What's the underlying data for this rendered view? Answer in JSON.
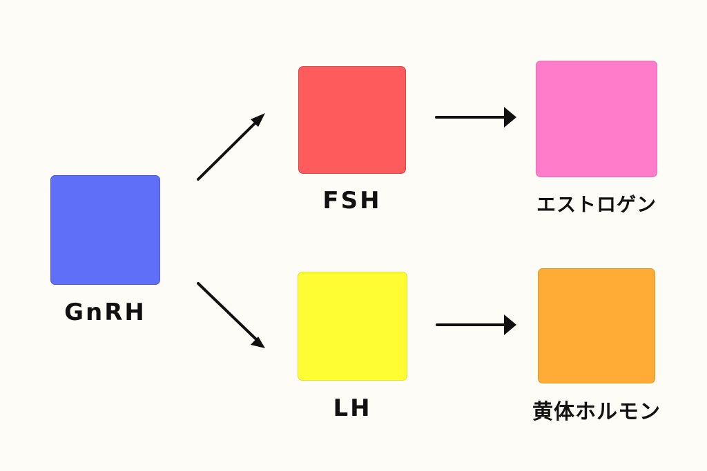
{
  "nodes": {
    "gnrh": {
      "label": "GnRH",
      "color": "#5f6ff8"
    },
    "fsh": {
      "label": "FSH",
      "color": "#fe5c5c"
    },
    "lh": {
      "label": "LH",
      "color": "#fefd34"
    },
    "estrogen": {
      "label": "エストロゲン",
      "color": "#ff7ccb"
    },
    "progesterone": {
      "label": "黄体ホルモン",
      "color": "#feac35"
    }
  },
  "edges": [
    {
      "from": "gnrh",
      "to": "fsh"
    },
    {
      "from": "gnrh",
      "to": "lh"
    },
    {
      "from": "fsh",
      "to": "estrogen"
    },
    {
      "from": "lh",
      "to": "progesterone"
    }
  ],
  "colors": {
    "background": "#fdfcf7",
    "arrow": "#111111",
    "text": "#111111"
  }
}
